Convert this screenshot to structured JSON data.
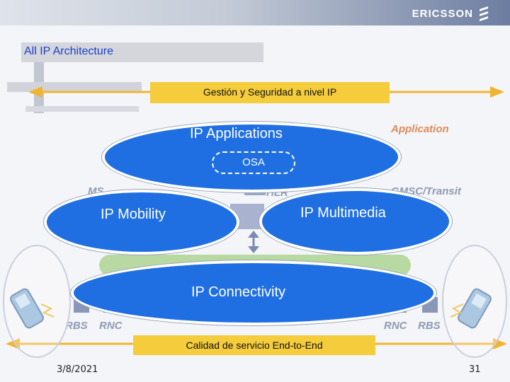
{
  "header": {
    "brand": "ERICSSON",
    "brand_icon": "ericsson-logo-icon"
  },
  "title": "All IP Architecture",
  "banners": {
    "top": "Gestión y Seguridad a nivel IP",
    "bottom": "Calidad de servicio End-to-End"
  },
  "background_labels": {
    "application": "Application",
    "hlr": "HLR",
    "gmsc": "GMSC/Transit",
    "ms": "MS",
    "rbs_left": "RBS",
    "rnc_left": "RNC",
    "rnc_right": "RNC",
    "rbs_right": "RBS"
  },
  "layers": {
    "applications": "IP Applications",
    "osa": "OSA",
    "mobility": "IP Mobility",
    "multimedia": "IP Multimedia",
    "connectivity": "IP Connectivity"
  },
  "footer": {
    "date": "3/8/2021",
    "page": "31"
  },
  "colors": {
    "ellipse_blue": "#1f6fe3",
    "banner_yellow": "#f4cc3c",
    "title_blue": "#1a3fc8"
  }
}
